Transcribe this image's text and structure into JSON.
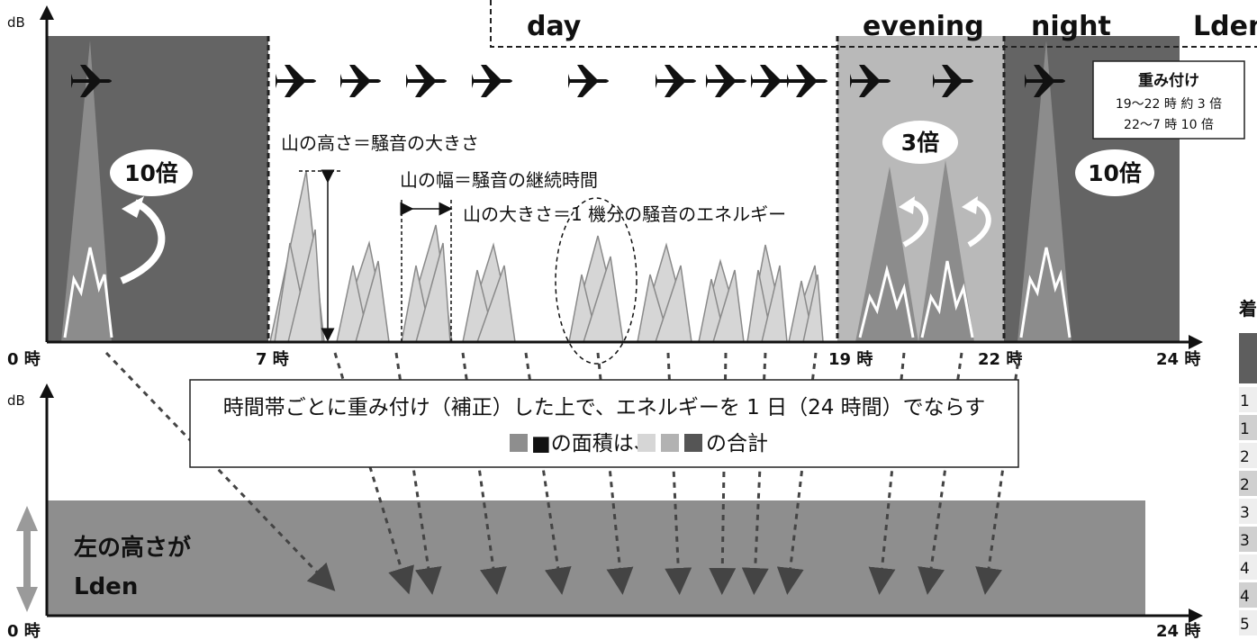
{
  "axes": {
    "top_ylabel": "dB",
    "bottom_ylabel": "dB",
    "top_ticks": [
      "0 時",
      "7 時",
      "19 時",
      "22 時",
      "24 時"
    ],
    "bottom_ticks": [
      "0 時",
      "24 時"
    ]
  },
  "periods": {
    "day": "day",
    "evening": "evening",
    "night": "night",
    "lden": "Lden"
  },
  "multipliers": {
    "night_left": "10倍",
    "evening": "3倍",
    "night_right": "10倍"
  },
  "weighting_box": {
    "title": "重み付け",
    "line1": "19〜22 時  約 3 倍",
    "line2": "22〜7 時  10 倍"
  },
  "annotations": {
    "height": "山の高さ＝騒音の大きさ",
    "width": "山の幅＝騒音の継続時間",
    "size": "山の大きさ＝1 機分の騒音のエネルギー"
  },
  "caption": {
    "line1": "時間帯ごとに重み付け（補正）した上で、エネルギーを 1 日（24 時間）でならす",
    "line2_a": "■の面積は、",
    "line2_b": "■■■",
    "line2_c": "の合計"
  },
  "result": {
    "line1": "左の高さが",
    "line2": "Lden"
  },
  "right_clip": {
    "header": "着",
    "rows": [
      "1",
      "1",
      "2",
      "2",
      "3",
      "3",
      "4",
      "4",
      "5"
    ]
  },
  "colors": {
    "night_bg": "#646464",
    "evening_bg": "#b9b9b9",
    "peak_day": "#d6d6d6",
    "peak_dark": "#8c8c8c",
    "result_bar": "#8e8e8e",
    "plane": "#111111"
  }
}
